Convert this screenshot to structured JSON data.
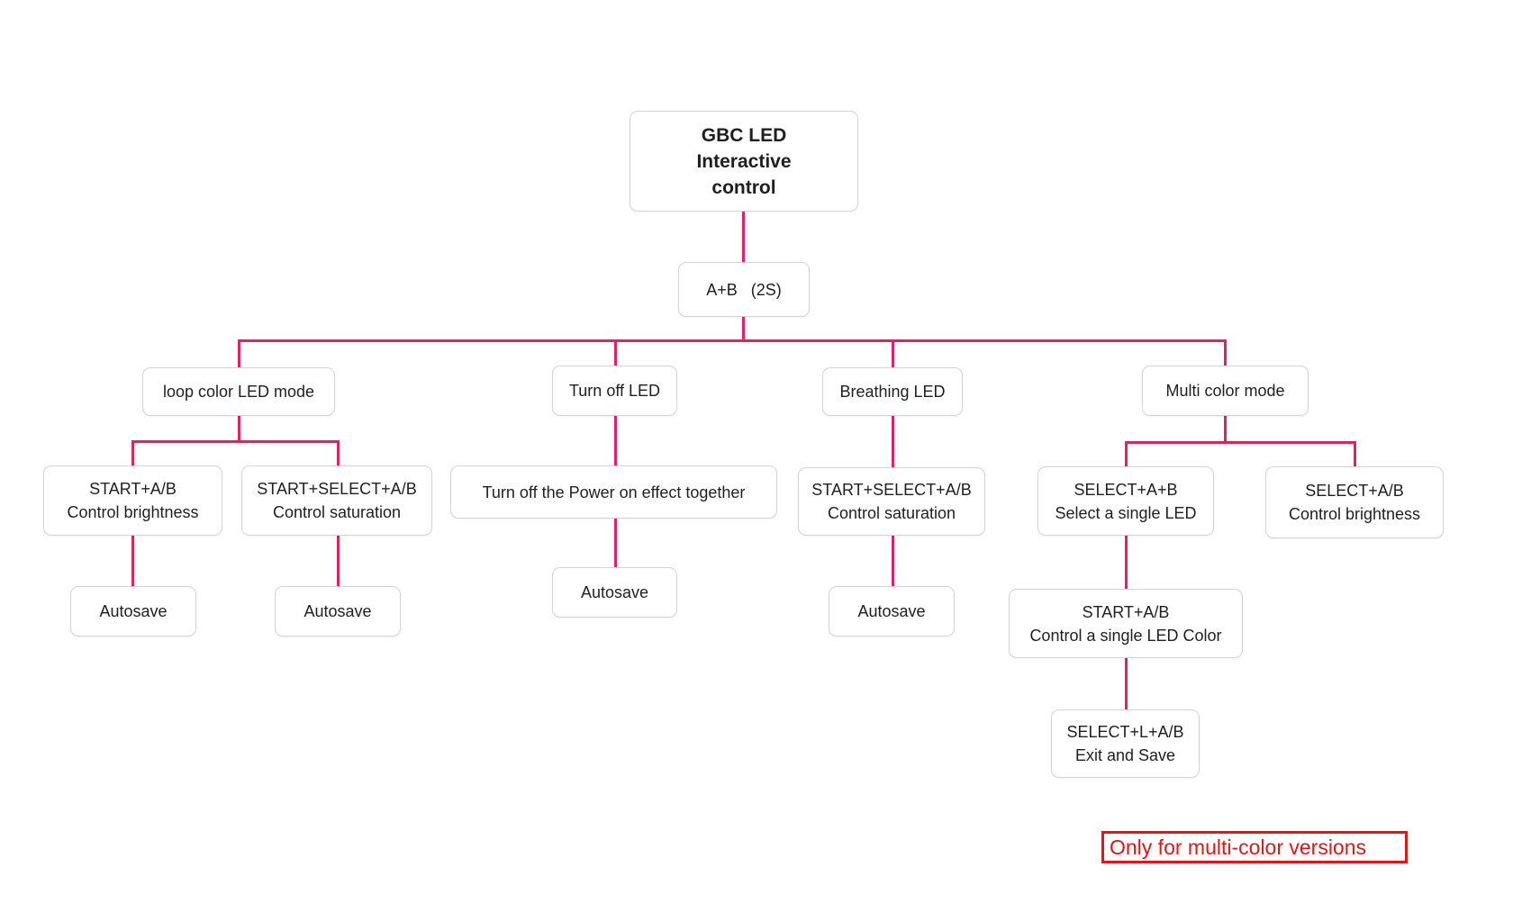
{
  "diagram_title": "GBC LED Interactive control",
  "colors": {
    "connector": "#e81e5f",
    "box_border": "#d4d4d4",
    "box_background": "#ffffff",
    "text": "#1f1f1f",
    "note_red": "#ed1111",
    "page_background": "#ffffff"
  },
  "nodes": {
    "title": {
      "lines": [
        "GBC LED",
        "Interactive",
        "control"
      ]
    },
    "trigger": {
      "lines": [
        "A+B   (2S)"
      ]
    },
    "loop_mode": {
      "lines": [
        "loop color LED mode"
      ]
    },
    "turn_off": {
      "lines": [
        "Turn off LED"
      ]
    },
    "breathing": {
      "lines": [
        "Breathing LED"
      ]
    },
    "multi_mode": {
      "lines": [
        "Multi color mode"
      ]
    },
    "start_ab_brightness": {
      "lines": [
        "START+A/B",
        "Control brightness"
      ]
    },
    "start_select_saturation": {
      "lines": [
        "START+SELECT+A/B",
        "Control saturation"
      ]
    },
    "power_off_together": {
      "lines": [
        "Turn off the Power on effect together"
      ]
    },
    "breathing_saturation": {
      "lines": [
        "START+SELECT+A/B",
        "Control saturation"
      ]
    },
    "select_ab_single": {
      "lines": [
        "SELECT+A+B",
        "Select a single LED"
      ]
    },
    "select_ab_brightness": {
      "lines": [
        "SELECT+A/B",
        "Control brightness"
      ]
    },
    "start_ab_color": {
      "lines": [
        "START+A/B",
        "Control a single LED Color"
      ]
    },
    "exit_save": {
      "lines": [
        "SELECT+L+A/B",
        "Exit and Save"
      ]
    },
    "autosave_1": {
      "lines": [
        "Autosave"
      ]
    },
    "autosave_2": {
      "lines": [
        "Autosave"
      ]
    },
    "autosave_3": {
      "lines": [
        "Autosave"
      ]
    },
    "autosave_4": {
      "lines": [
        "Autosave"
      ]
    }
  },
  "note": {
    "label": "Only for multi-color versions"
  }
}
